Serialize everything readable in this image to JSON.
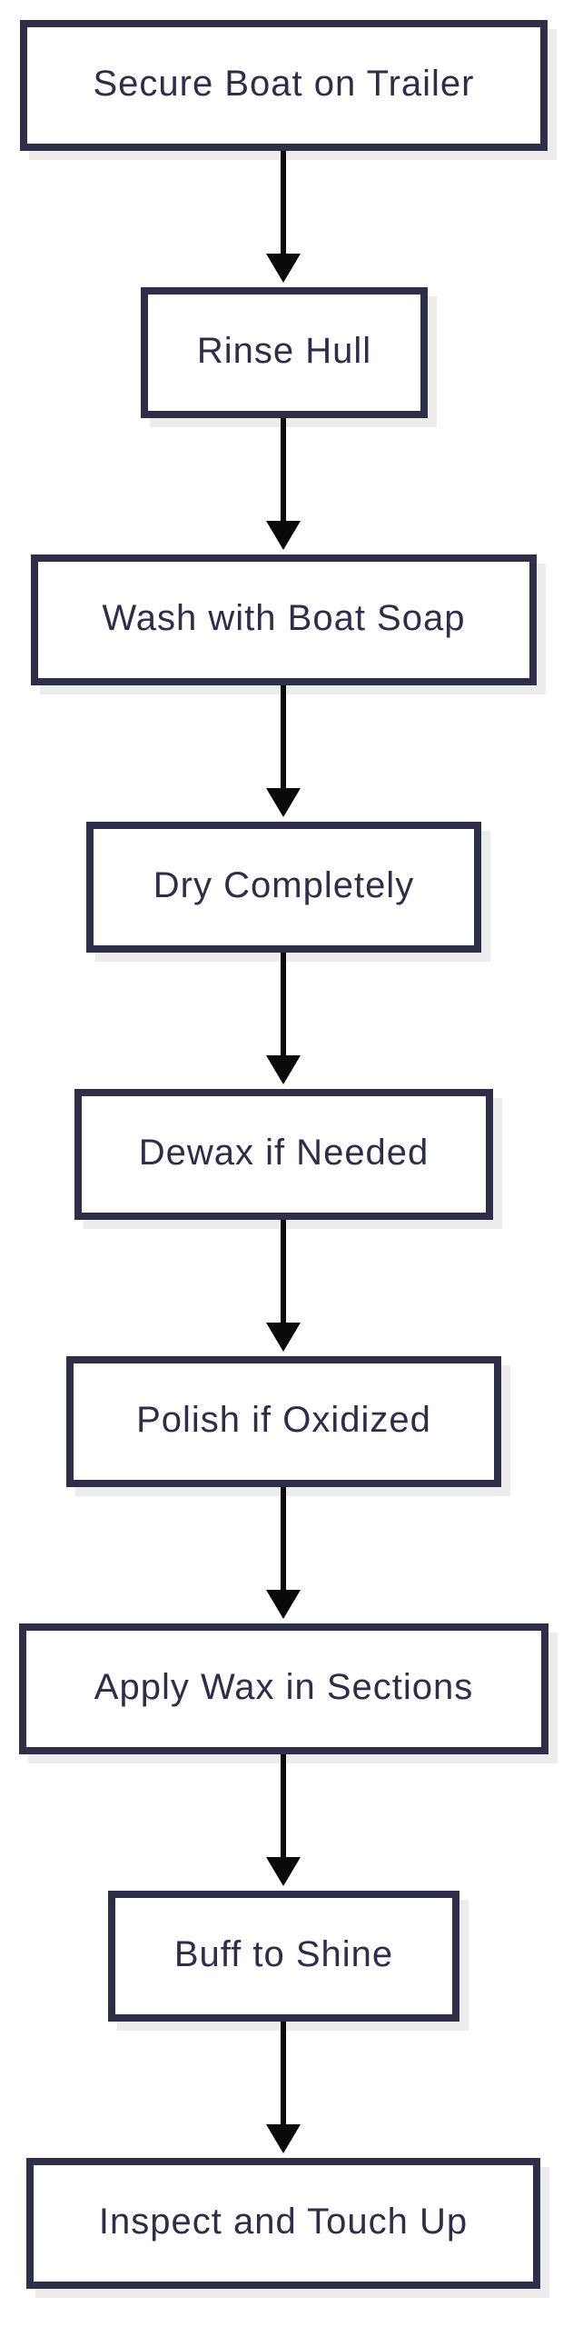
{
  "flowchart": {
    "direction": "top-down",
    "background": "#ffffff",
    "colors": {
      "node_border": "#2e2e48",
      "node_fill": "#ffffff",
      "node_text": "#2e2e48",
      "node_shadow": "#ececec",
      "arrow": "#0a0a0a"
    },
    "nodes": [
      {
        "id": "1",
        "label": "Secure Boat on Trailer"
      },
      {
        "id": "2",
        "label": "Rinse Hull"
      },
      {
        "id": "3",
        "label": "Wash with Boat Soap"
      },
      {
        "id": "4",
        "label": "Dry Completely"
      },
      {
        "id": "5",
        "label": "Dewax if Needed"
      },
      {
        "id": "6",
        "label": "Polish if Oxidized"
      },
      {
        "id": "7",
        "label": "Apply Wax in Sections"
      },
      {
        "id": "8",
        "label": "Buff to Shine"
      },
      {
        "id": "9",
        "label": "Inspect and Touch Up"
      }
    ],
    "edges": [
      {
        "from": "1",
        "to": "2"
      },
      {
        "from": "2",
        "to": "3"
      },
      {
        "from": "3",
        "to": "4"
      },
      {
        "from": "4",
        "to": "5"
      },
      {
        "from": "5",
        "to": "6"
      },
      {
        "from": "6",
        "to": "7"
      },
      {
        "from": "7",
        "to": "8"
      },
      {
        "from": "8",
        "to": "9"
      }
    ]
  }
}
